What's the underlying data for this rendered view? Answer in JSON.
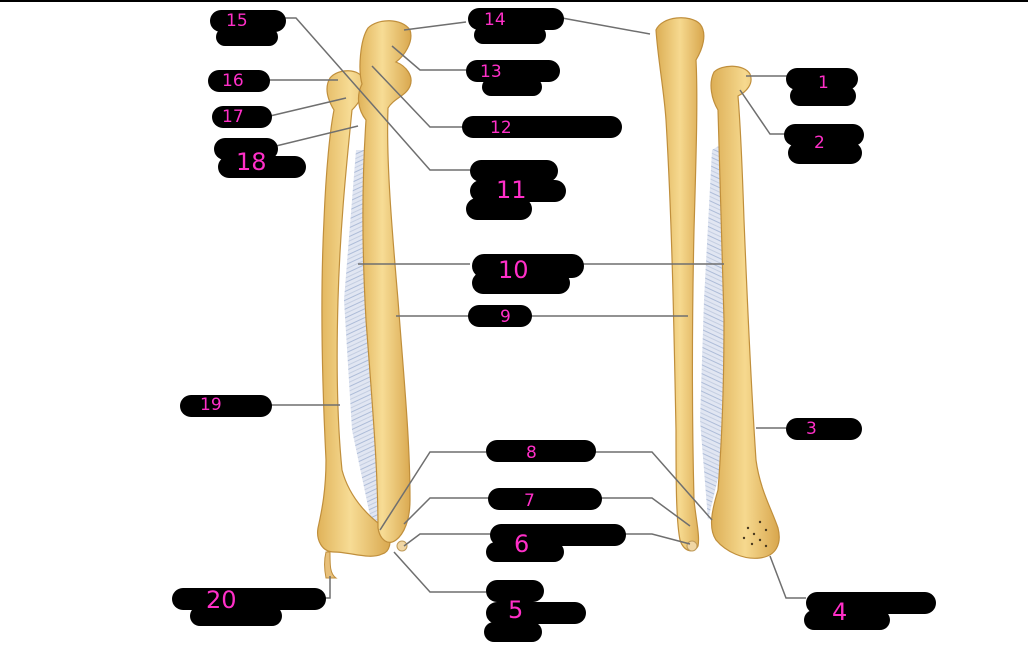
{
  "diagram": {
    "labels": [
      {
        "id": "1",
        "text": "1"
      },
      {
        "id": "2",
        "text": "2"
      },
      {
        "id": "3",
        "text": "3"
      },
      {
        "id": "4",
        "text": "4"
      },
      {
        "id": "5",
        "text": "5"
      },
      {
        "id": "6",
        "text": "6"
      },
      {
        "id": "7",
        "text": "7"
      },
      {
        "id": "8",
        "text": "8"
      },
      {
        "id": "9",
        "text": "9"
      },
      {
        "id": "10",
        "text": "10"
      },
      {
        "id": "11",
        "text": "11"
      },
      {
        "id": "12",
        "text": "12"
      },
      {
        "id": "13",
        "text": "13"
      },
      {
        "id": "14",
        "text": "14"
      },
      {
        "id": "15",
        "text": "15"
      },
      {
        "id": "16",
        "text": "16"
      },
      {
        "id": "17",
        "text": "17"
      },
      {
        "id": "18",
        "text": "18"
      },
      {
        "id": "19",
        "text": "19"
      },
      {
        "id": "20",
        "text": "20"
      }
    ],
    "colors": {
      "bone": "#f2cf7e",
      "bone_shadow": "#d9a84f",
      "membrane": "#c9d3e6",
      "label_mask": "#000000",
      "label_number": "#ff2fc8",
      "leader": "#6f6f6f"
    }
  }
}
